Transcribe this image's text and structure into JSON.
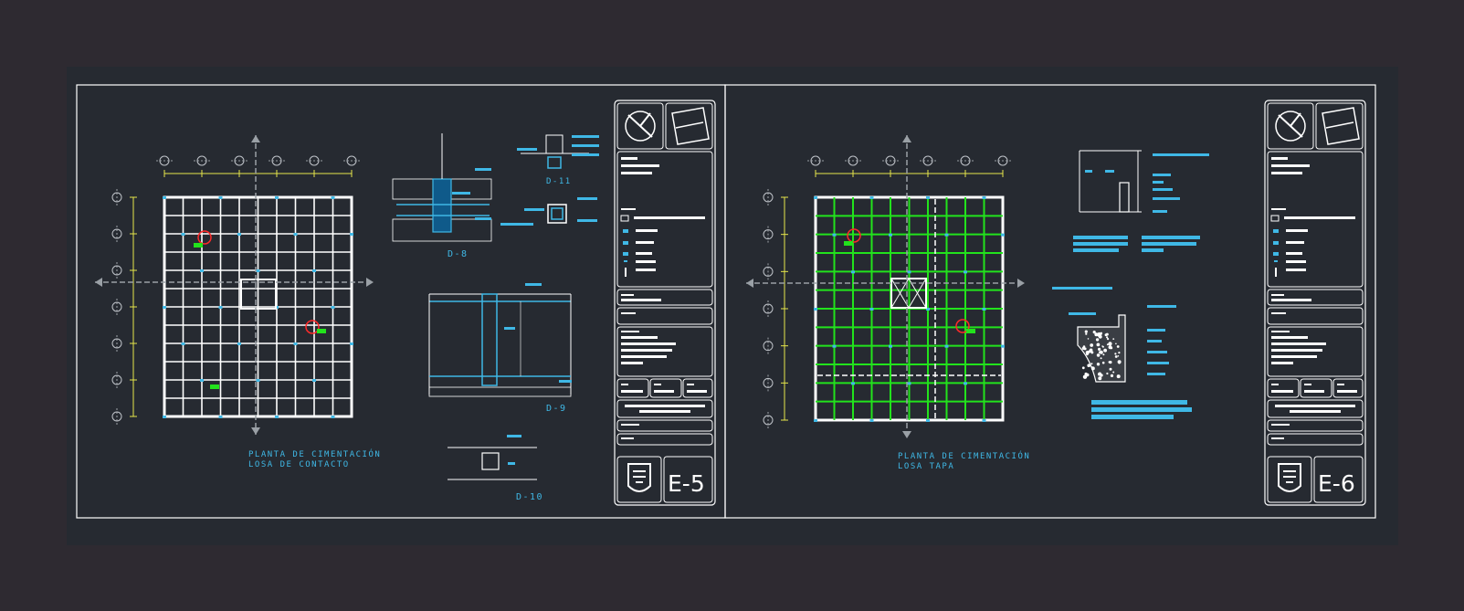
{
  "sheets": [
    {
      "id": "E-5",
      "plan_title": "PLANTA DE CIMENTACIÓN",
      "plan_subtitle": "LOSA DE CONTACTO",
      "sheet_number": "E-5",
      "details": [
        "D-8",
        "D-11",
        "D-9",
        "D-10"
      ],
      "grid_color": "#ffffff"
    },
    {
      "id": "E-6",
      "plan_title": "PLANTA DE CIMENTACIÓN",
      "plan_subtitle": "LOSA TAPA",
      "sheet_number": "E-6",
      "details": [],
      "grid_color": "#22e31c"
    }
  ],
  "colors": {
    "background": "#2e2a31",
    "sheet": "#262a31",
    "frame": "#ffffff",
    "annotation": "#3fb8e6",
    "dimension": "#e6e64a",
    "marker": "#ff2a2a",
    "tag": "#22e31c"
  }
}
